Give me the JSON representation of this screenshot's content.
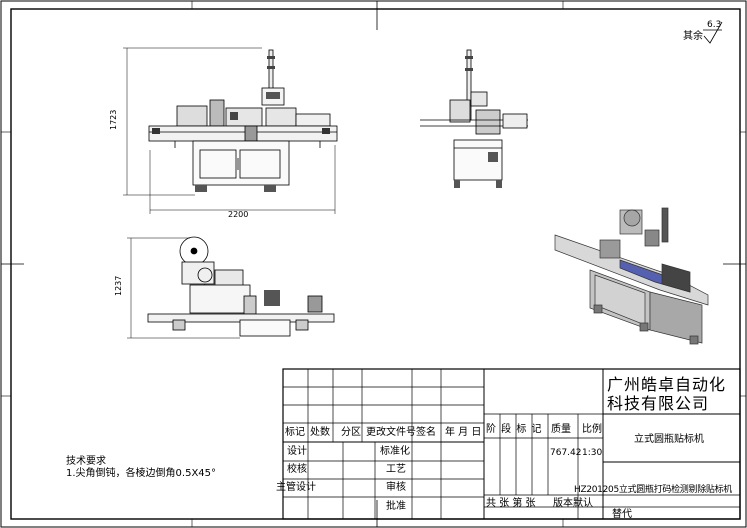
{
  "dimensions": {
    "front_width": "2200",
    "front_height": "1723",
    "top_height": "1237"
  },
  "surface_finish": {
    "prefix": "其余",
    "value": "6.3"
  },
  "tech_requirements": {
    "title": "技术要求",
    "items": [
      "1.尖角倒钝，各棱边倒角0.5X45°"
    ]
  },
  "title_block": {
    "company_line1": "广州皓卓自动化",
    "company_line2": "科技有限公司",
    "drawing_name": "立式圆瓶贴标机",
    "drawing_number": "HZ201205立式圆瓶打码检测剔除贴标机",
    "header": {
      "mark": "标记",
      "count": "处数",
      "zone": "分区",
      "change_doc": "更改文件号",
      "sign": "签名",
      "date": "年 月 日"
    },
    "roles": {
      "design": "设计",
      "standardize": "标准化",
      "check": "校核",
      "process": "工艺",
      "lead_design": "主管设计",
      "review": "审核",
      "approve": "批准"
    },
    "stage_mark": "阶 段 标 记",
    "mass_label": "质量",
    "scale_label": "比例",
    "mass_value": "767.42",
    "scale_value": "1:30",
    "sheets_text": "共  张 第  张",
    "version_label": "版本",
    "default_label": "默认",
    "replace_label": "替代"
  }
}
